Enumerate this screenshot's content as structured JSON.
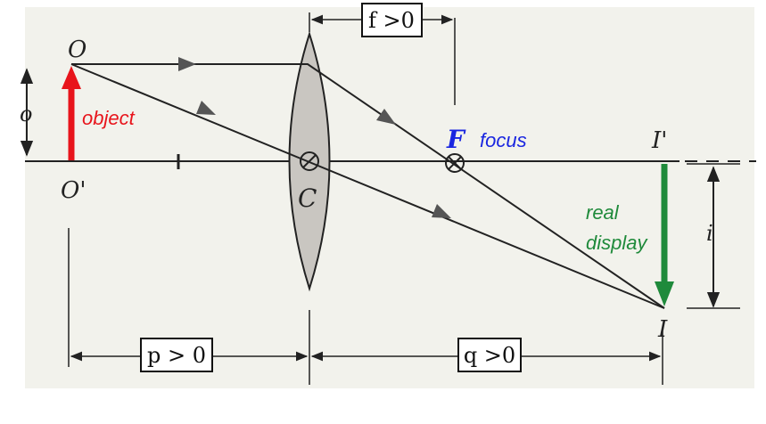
{
  "labels": {
    "object_top": "O",
    "object_base": "O'",
    "object_height": "o",
    "object_text": "object",
    "center": "C",
    "focus_symbol": "F",
    "focus_text": "focus",
    "image_top": "I'",
    "image_bottom": "I",
    "image_height": "i",
    "image_text_line1": "real",
    "image_text_line2": "display",
    "focal_length": "f >0",
    "object_distance": "p > 0",
    "image_distance": "q >0"
  },
  "colors": {
    "background": "#f2f2ec",
    "object_arrow": "#e8141b",
    "image_arrow": "#1f8a3b",
    "focus_text": "#1a26e0",
    "lens_fill": "#c9c6c1",
    "line": "#222222"
  }
}
